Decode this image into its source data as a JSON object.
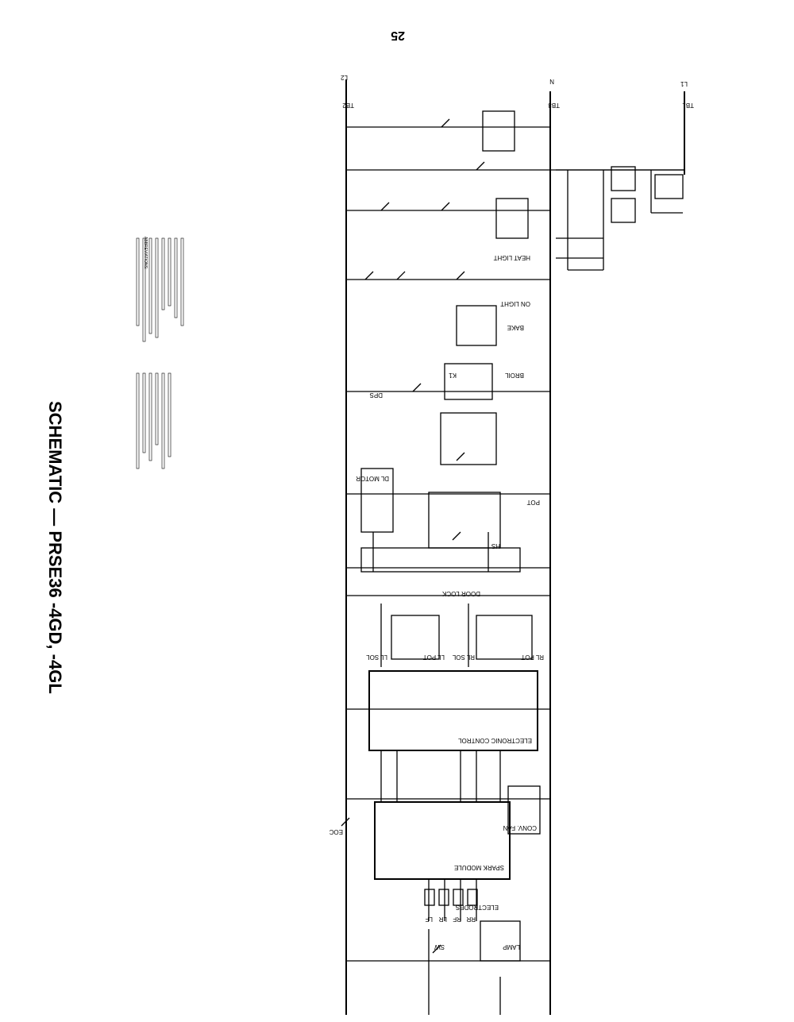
{
  "title": "SCHEMATIC — PRSE36 -4GD, -4GL",
  "page_number": "25",
  "abbreviations_heading": "ABBREVIATIONS:",
  "rails": {
    "l1": "L1",
    "n": "N",
    "l2": "L2",
    "tb1": "TB1",
    "tb2": "TB2",
    "tb3": "TB3"
  },
  "labels": {
    "door_lock": "DOOR LOCK",
    "heat_light": "HEAT LIGHT",
    "on_light": "ON LIGHT",
    "bake": "BAKE",
    "broil": "BROIL",
    "dps": "DPS",
    "hs": "HS",
    "ll_sol": "LL SOL",
    "rl_sol": "RL SOL",
    "ll_pot": "LL POT",
    "rl_pot": "RL POT",
    "lf": "LF",
    "lr": "LR",
    "rf": "RF",
    "rr": "RR",
    "lamp": "LAMP",
    "sw": "SW",
    "k1": "K1",
    "pot": "POT",
    "dl_motor": "DL MOTOR",
    "elec_control": "ELECTRONIC CONTROL",
    "spark_module": "SPARK MODULE",
    "conv_fan": "CONV. FAN",
    "eoc": "EOC",
    "electrodes": "ELECTRODES"
  }
}
